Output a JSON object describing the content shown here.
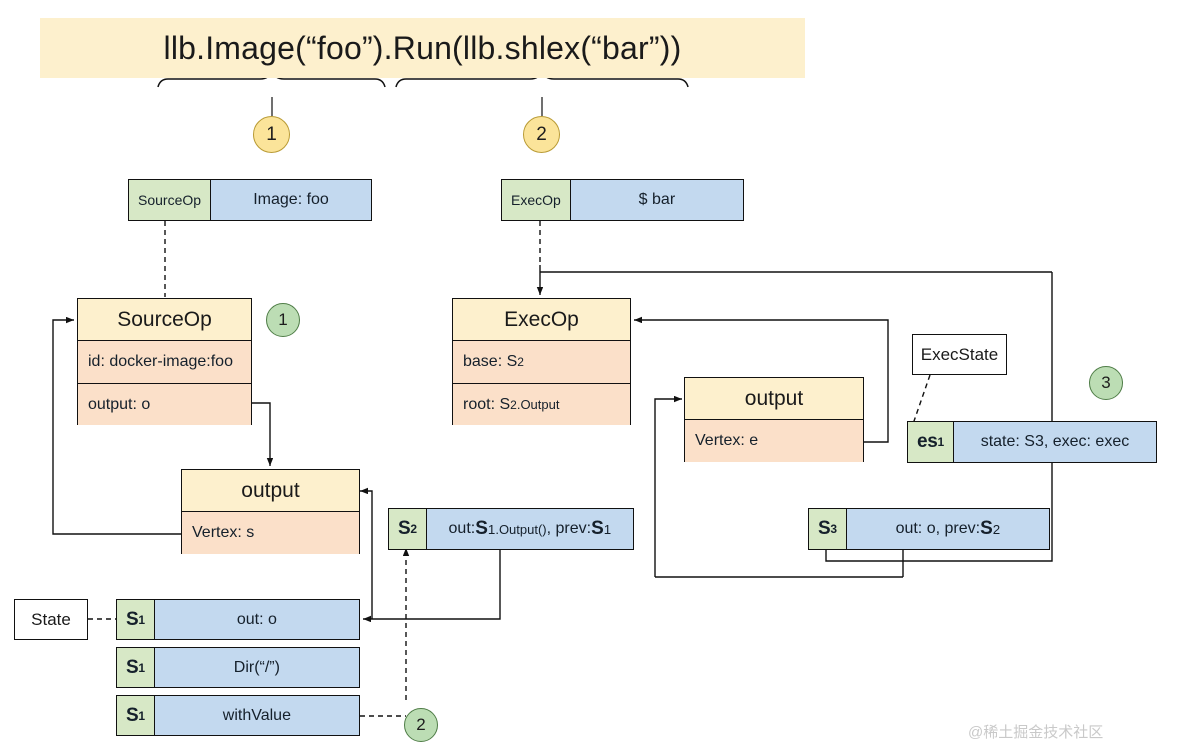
{
  "title": {
    "text": "llb.Image(“foo”).Run(llb.shlex(“bar”))"
  },
  "markers": {
    "brace1": "1",
    "brace2": "2",
    "source_op": "1",
    "state_group": "2",
    "exec_state": "3"
  },
  "top_bars": [
    {
      "tag": "SourceOp",
      "body": "Image: foo"
    },
    {
      "tag": "ExecOp",
      "body": "$ bar"
    }
  ],
  "cards": {
    "source_op": {
      "header": "SourceOp",
      "rows": [
        "id: docker-image:foo",
        "output: o"
      ]
    },
    "source_output": {
      "header": "output",
      "rows": [
        "Vertex: s"
      ]
    },
    "exec_op": {
      "header": "ExecOp",
      "rows": [
        "base: S2",
        "root: S2.Output"
      ]
    },
    "exec_output": {
      "header": "output",
      "rows": [
        "Vertex: e"
      ]
    }
  },
  "labels": {
    "state": "State",
    "exec_state": "ExecState"
  },
  "state_bars": {
    "s2": {
      "tag": "S2",
      "body": "out: S1.Output(), prev: S1"
    },
    "s3": {
      "tag": "S3",
      "body": "out: o, prev: S2"
    },
    "es1": {
      "tag": "es1",
      "body": "state: S3, exec: exec"
    },
    "s1_list": [
      {
        "tag": "S1",
        "body": "out: o"
      },
      {
        "tag": "S1",
        "body": "Dir(“/”)"
      },
      {
        "tag": "S1",
        "body": "withValue"
      }
    ]
  },
  "watermark": "@稀土掘金技术社区",
  "colors": {
    "banner": "#fdf0cd",
    "card_header": "#fdf0cd",
    "card_row": "#fbe0c9",
    "bar_body": "#c3d9ef",
    "bar_tag": "#d7e8c6",
    "marker_yellow": "#fbe49a",
    "marker_green": "#bcddb4",
    "stroke": "#111111"
  }
}
